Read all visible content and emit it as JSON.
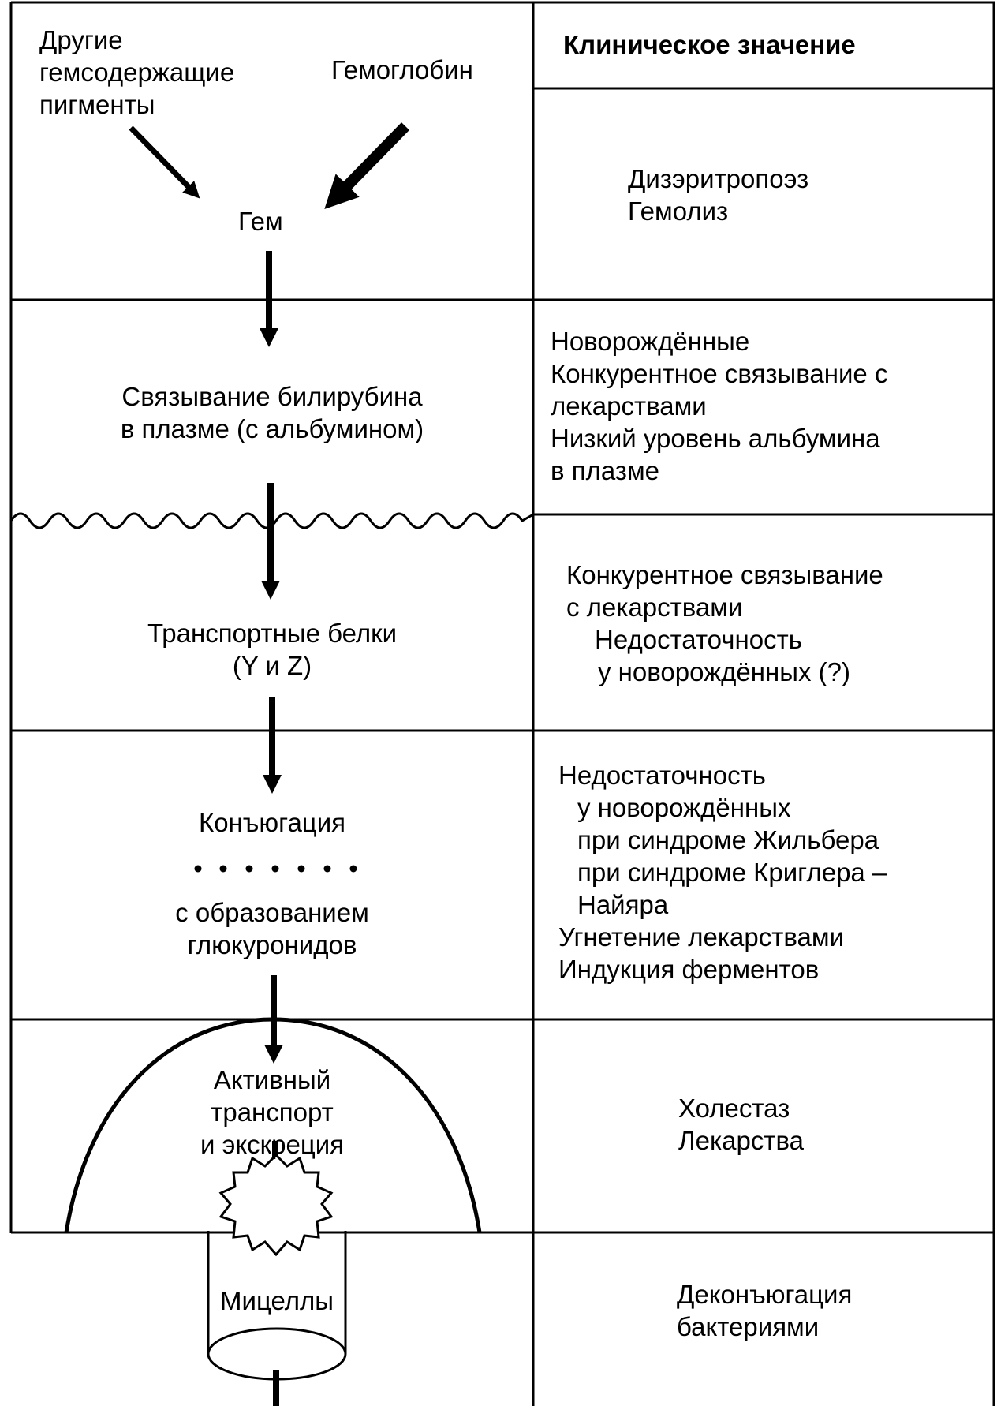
{
  "header": {
    "clinical": "Клиническое значение"
  },
  "left": {
    "sources": {
      "other_pigments": [
        "Другие",
        "гемсодержащие",
        "пигменты"
      ],
      "hemoglobin": "Гемоглобин"
    },
    "heme": "Гем",
    "plasma_binding": [
      "Связывание билирубина",
      "в плазме (с альбумином)"
    ],
    "transport_proteins": [
      "Транспортные белки",
      "(Y и Z)"
    ],
    "conjugation": "Конъюгация",
    "glucuronides": [
      "с образованием",
      "глюкуронидов"
    ],
    "active_transport": [
      "Активный",
      "транспорт",
      "и экскреция"
    ],
    "micelles": "Мицеллы"
  },
  "right": {
    "row1": [
      "Дизэритропоэз",
      "Гемолиз"
    ],
    "row2": [
      "Новорождённые",
      "Конкурентное связывание с",
      "лекарствами",
      "Низкий уровень альбумина",
      "в плазме"
    ],
    "row3": [
      "Конкурентное связывание",
      "с  лекарствами",
      "Недостаточность",
      "у новорождённых (?)"
    ],
    "row4": [
      "Недостаточность",
      "у новорождённых",
      "при синдроме Жильбера",
      "при синдроме Криглера –",
      "Найяра",
      "Угнетение лекарствами",
      "Индукция ферментов"
    ],
    "row5": [
      "Холестаз",
      "Лекарства"
    ],
    "row6": [
      "Деконъюгация",
      "бактериями"
    ]
  }
}
